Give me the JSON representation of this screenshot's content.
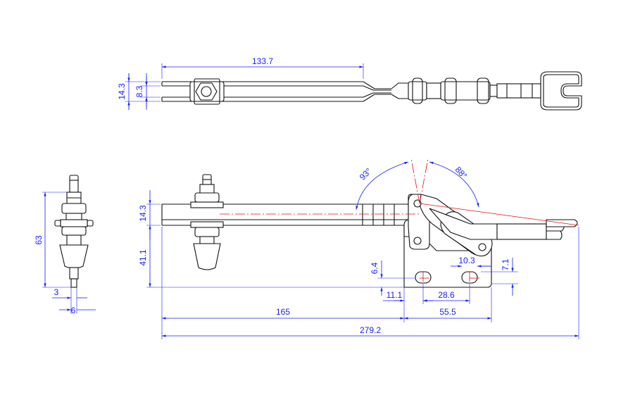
{
  "colors": {
    "background": "#ffffff",
    "part_outline": "#111111",
    "dimension": "#1a1aff",
    "centerline": "#e01010"
  },
  "dimensions": {
    "top_length": "133.7",
    "top_width_outer": "14.3",
    "top_width_inner": "8.3",
    "side_height": "63",
    "side_pin_dia": "3",
    "side_thread": "6",
    "angle_left": "93°",
    "angle_right": "88°",
    "arm_height": "14.3",
    "spindle_height": "41.1",
    "hole_offset": "6.4",
    "hole_spacing_x": "10.3",
    "hole_spacing_y": "7.1",
    "base_hole_offset": "11.1",
    "base_hole_pitch": "28.6",
    "base_length": "55.5",
    "arm_length": "165",
    "total_length": "279.2"
  }
}
